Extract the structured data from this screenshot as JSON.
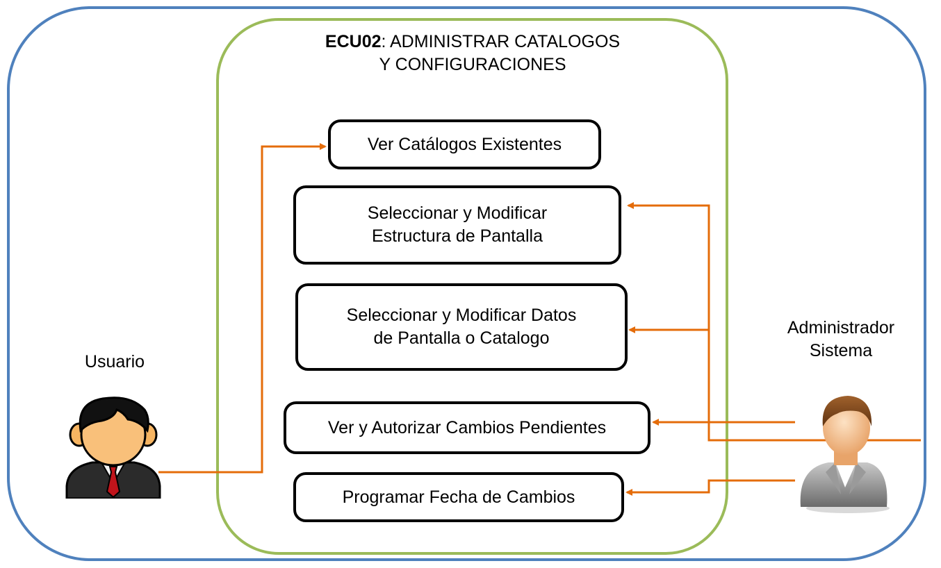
{
  "diagram": {
    "title_bold": "ECU02",
    "title_rest": ": ADMINISTRAR CATALOGOS\nY CONFIGURACIONES",
    "use_cases": [
      "Ver Catálogos Existentes",
      "Seleccionar y Modificar\nEstructura de Pantalla",
      "Seleccionar y Modificar Datos\nde Pantalla o Catalogo",
      "Ver y Autorizar Cambios Pendientes",
      "Programar Fecha de Cambios"
    ],
    "actors": {
      "user": "Usuario",
      "admin": "Administrador\nSistema"
    },
    "colors": {
      "outer_border": "#4f81bd",
      "system_border": "#9bbb59",
      "connector": "#e46c0a"
    }
  }
}
